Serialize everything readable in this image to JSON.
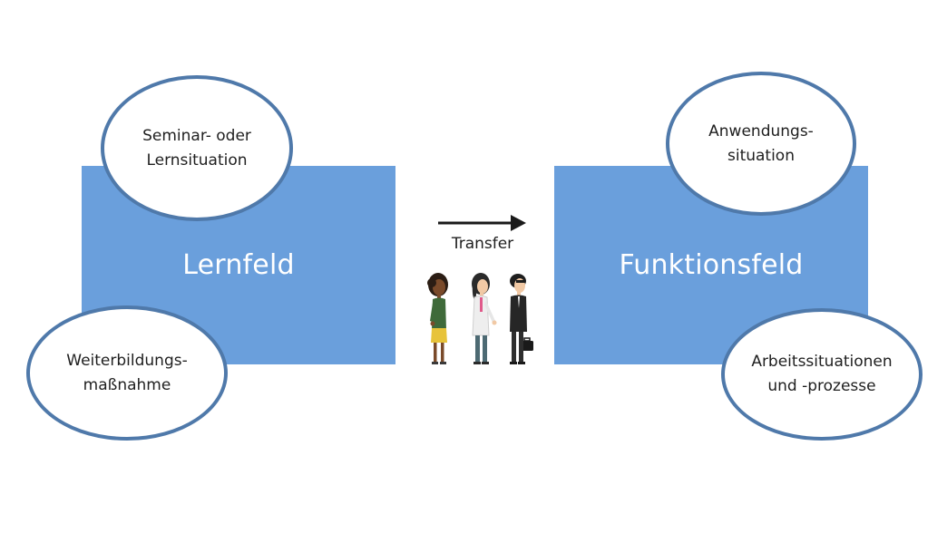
{
  "diagram": {
    "left_field": {
      "title": "Lernfeld",
      "top_ellipse": "Seminar- oder\nLernsituation",
      "bottom_ellipse": "Weiterbildungs-\nmaßnahme"
    },
    "transfer": {
      "label": "Transfer"
    },
    "right_field": {
      "title": "Funktionsfeld",
      "top_ellipse": "Anwendungs-\nsituation",
      "bottom_ellipse": "Arbeitssituationen\nund -prozesse"
    }
  },
  "colors": {
    "field_fill": "#6a9fdc",
    "ellipse_border": "#4f79aa",
    "arrow": "#1a1a1a"
  },
  "icons": [
    "arrow-right-icon",
    "walking-people-illustration"
  ]
}
